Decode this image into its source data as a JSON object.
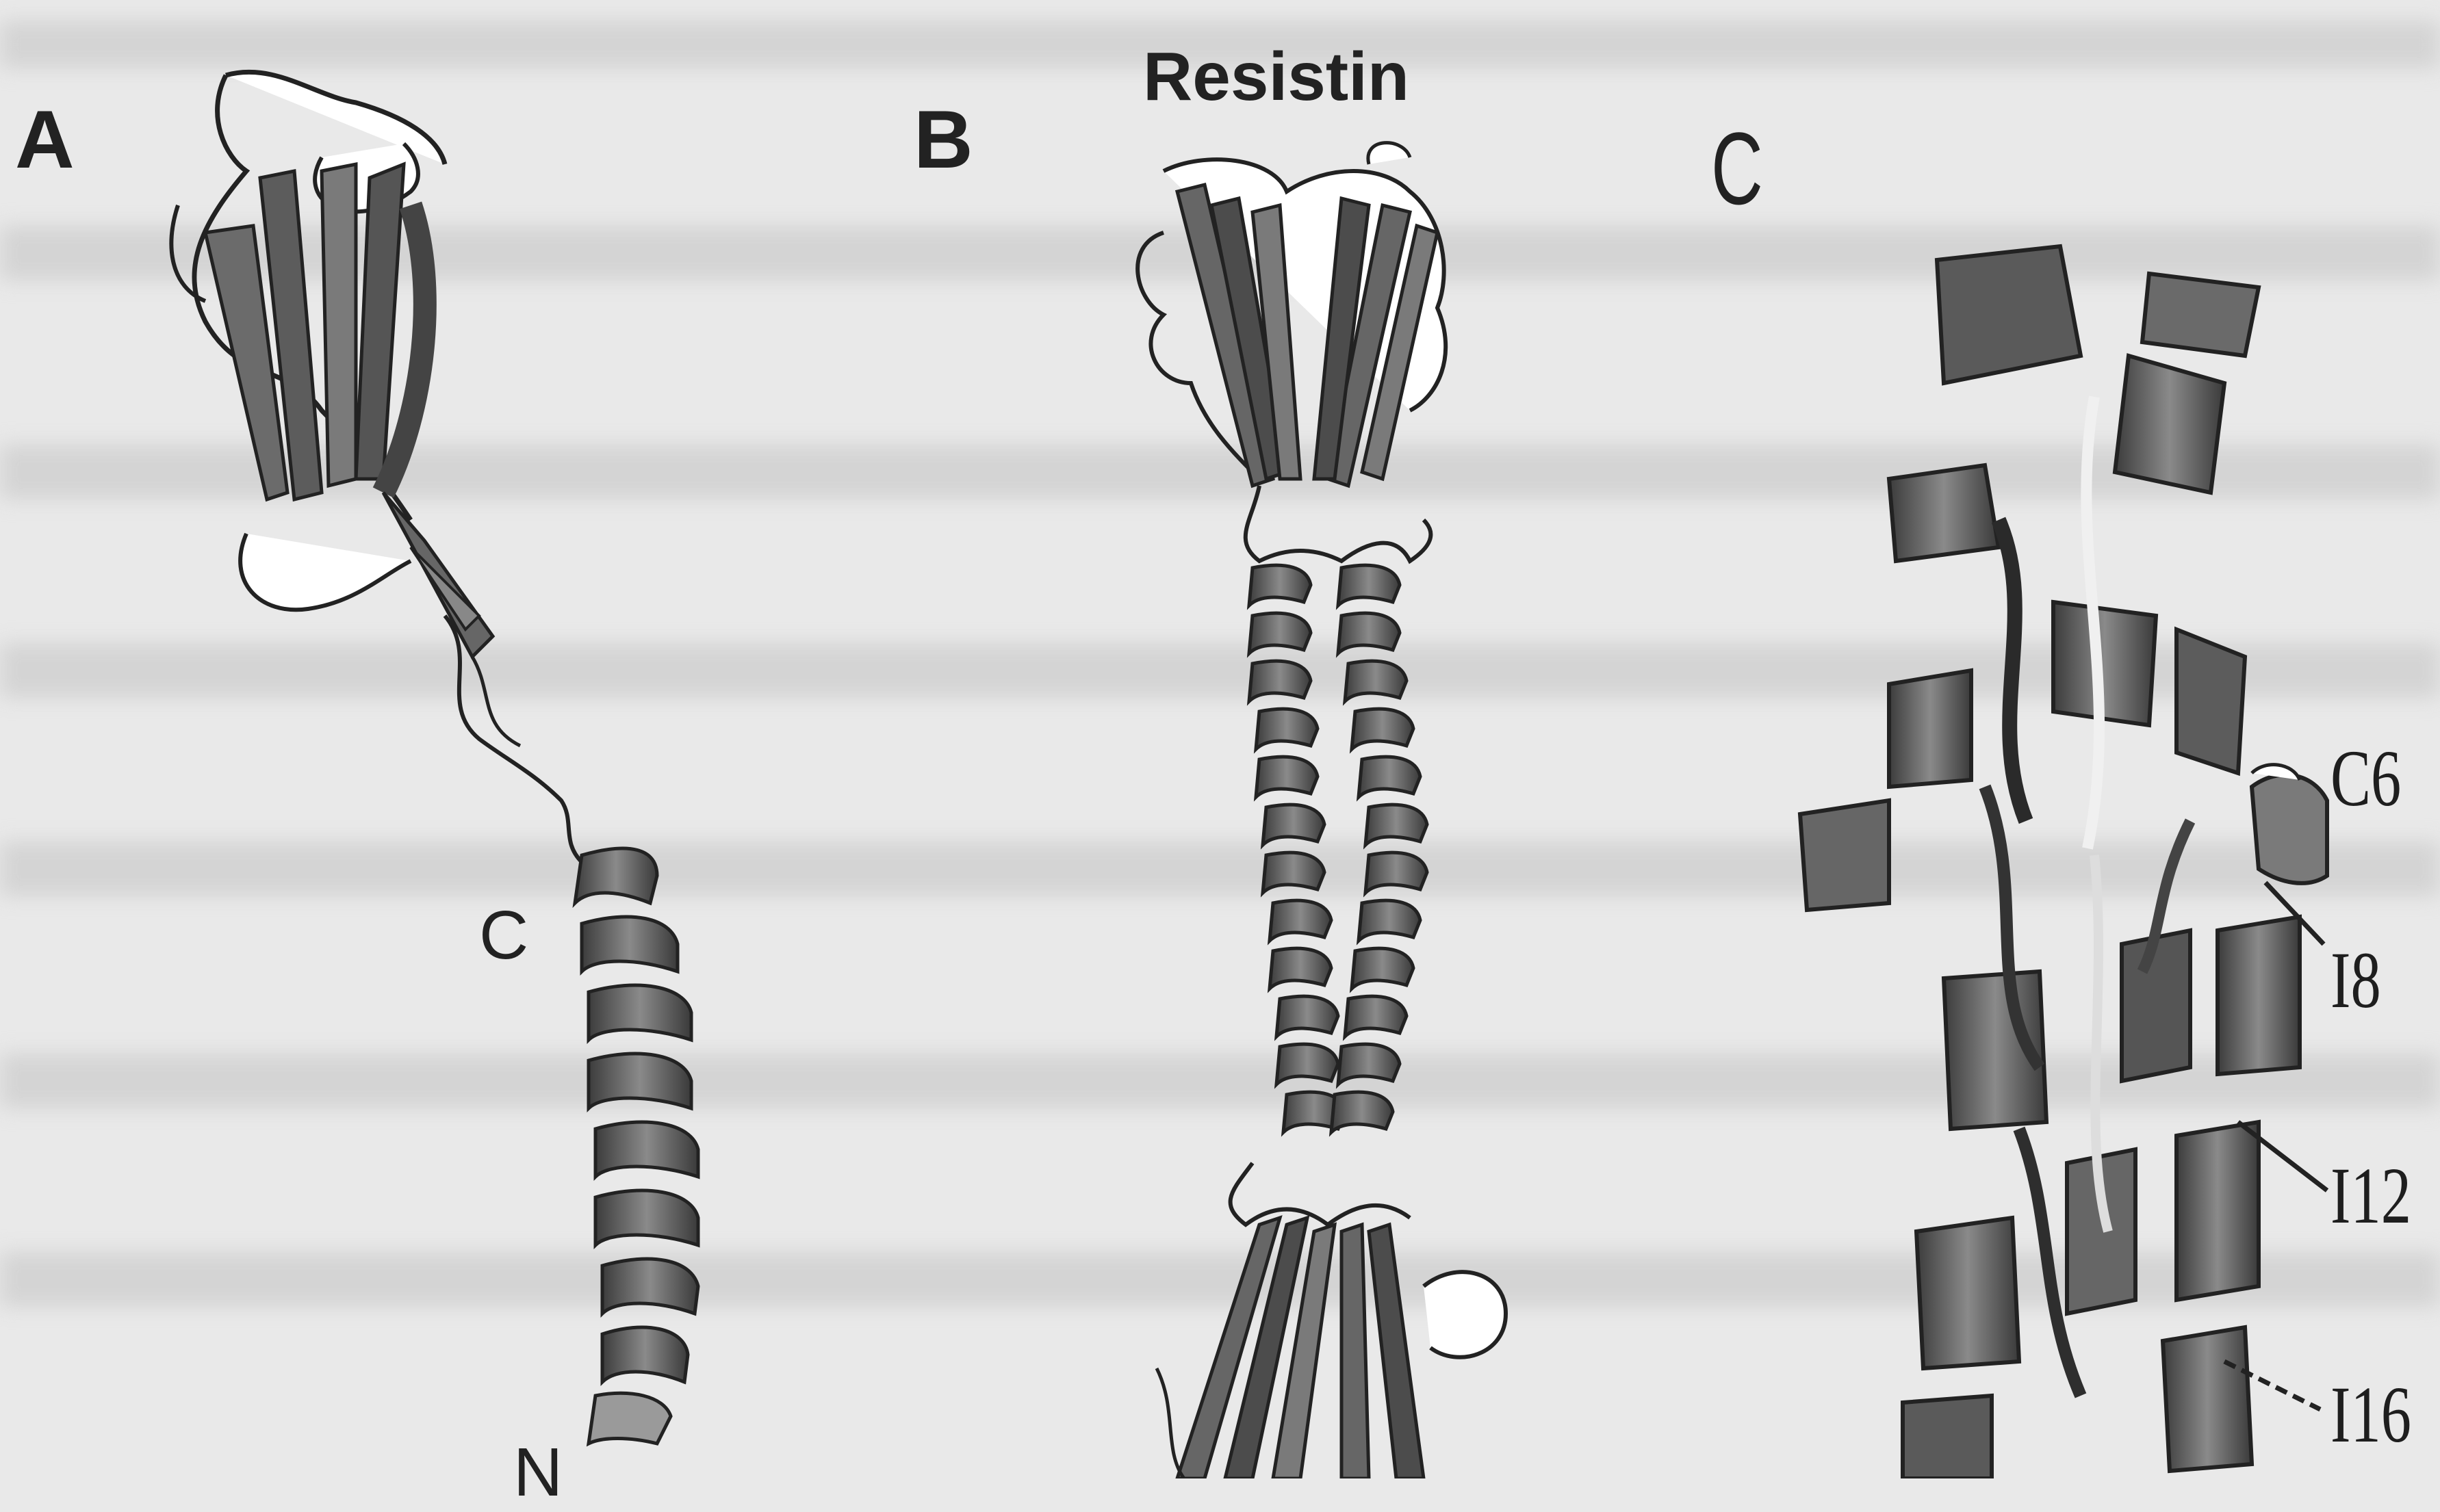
{
  "figure": {
    "title": "Resistin",
    "panel_a": {
      "letter": "A",
      "c_terminus": "C",
      "n_terminus": "N"
    },
    "panel_b": {
      "letter": "B"
    },
    "panel_c": {
      "letter": "C",
      "residues": [
        "C6",
        "I8",
        "I12",
        "I16"
      ]
    }
  },
  "colors": {
    "background": "#e9e9e9",
    "helix": "#5a5a5a",
    "strand": "#6b6b6b",
    "coil": "#ffffff",
    "ink": "#222222"
  }
}
